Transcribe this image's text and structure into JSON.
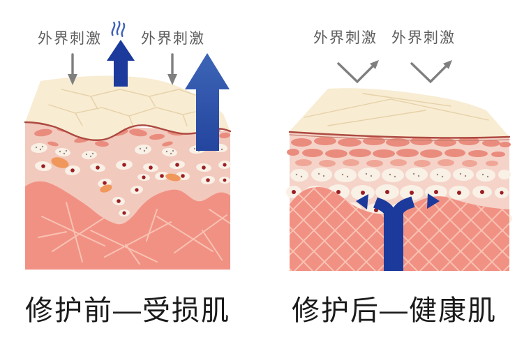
{
  "panels": {
    "before": {
      "caption": "修护前—受损肌",
      "stimulus_label_1": "外界刺激",
      "stimulus_label_2": "外界刺激",
      "icons": [
        "stimulus-arrow-down",
        "steam-moisture-loss-icon",
        "moisture-escape-arrow-up",
        "stimulus-arrow-down",
        "barrier-breach-arrow-up"
      ]
    },
    "after": {
      "caption": "修护后—健康肌",
      "stimulus_label_1": "外界刺激",
      "stimulus_label_2": "外界刺激",
      "icons": [
        "stimulus-bounce-arrow",
        "stimulus-bounce-arrow",
        "repair-nourish-split-arrow"
      ]
    }
  },
  "colors": {
    "background": "#ffffff",
    "label_gray": "#5c5c5c",
    "caption_dark": "#1a1a1a",
    "arrow_gray": "#7f7f7f",
    "arrow_navy": "#1c3a9c",
    "arrow_blue_light": "#3d65b7",
    "arrow_blue_dark": "#24459e",
    "steam_blue": "#3e61b6",
    "epidermis": "#f8ecd2",
    "crack_line": "#e6d1a8",
    "boundary_red": "#ad4a41",
    "boundary_red_light": "#c97f70",
    "dermis_pink": "#f2c9bd",
    "dermis_pink_light": "#f5d3c8",
    "blob_salmon": "#e98c7e",
    "blob_salmon_light": "#efa697",
    "cell_cream": "#f9f0e6",
    "nucleus_red": "#9b1e22",
    "speck_gray": "#9a8d80",
    "orange_blob": "#f0985c",
    "deep_salmon": "#f19184",
    "lattice_line": "#f8c2b2"
  }
}
